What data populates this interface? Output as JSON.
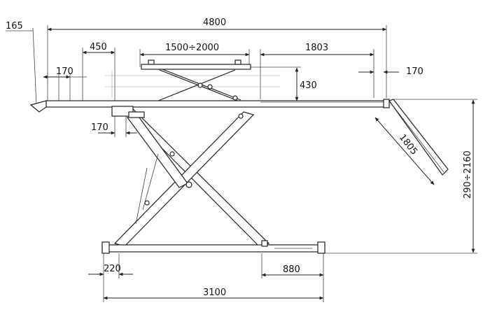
{
  "dimensions": {
    "overall_length": "4800",
    "left_overhang": "165",
    "aux_length": "450",
    "aux_platform_range": "1500÷2000",
    "right_section": "1803",
    "left_end": "170",
    "right_end": "170",
    "platform_height": "430",
    "lower_offset": "170",
    "ramp_length": "1805",
    "lift_height_range": "290÷2160",
    "base_foot": "220",
    "base_right": "880",
    "base_length": "3100"
  },
  "colors": {
    "line": "#222222",
    "light": "#bbbbbb"
  }
}
